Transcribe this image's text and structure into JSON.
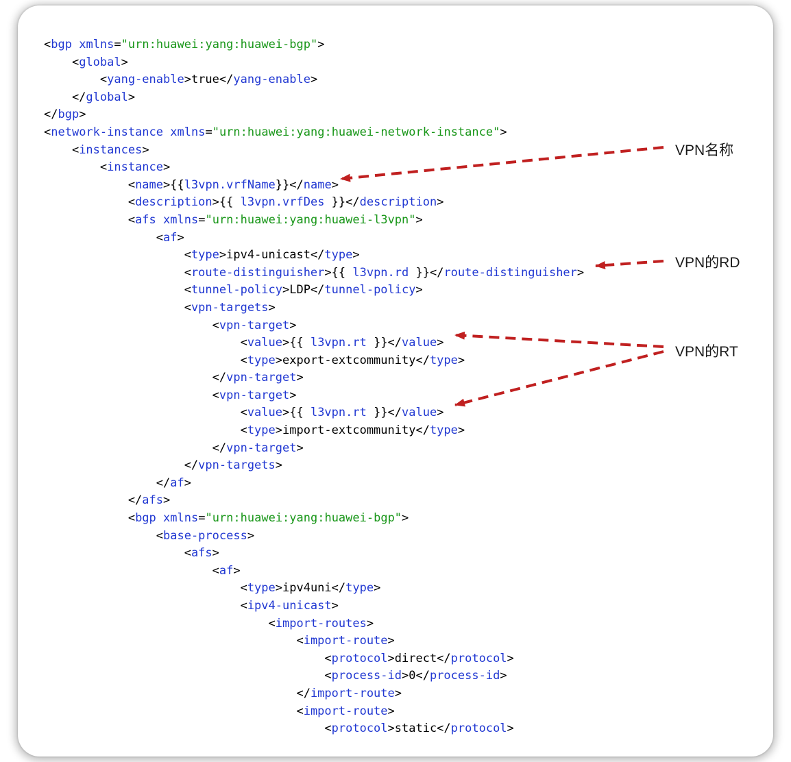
{
  "window": {
    "type": "code-figure"
  },
  "colors": {
    "tag_blue": "#2138d2",
    "string_green": "#189618",
    "plain_text": "#000000",
    "arrow_red": "#c02020",
    "background": "#ffffff"
  },
  "annotations": [
    {
      "label": "VPN名称"
    },
    {
      "label": "VPN的RD"
    },
    {
      "label": "VPN的RT"
    }
  ],
  "code": {
    "language": "xml",
    "lines": [
      {
        "i": 0,
        "s": [
          [
            "k",
            "<"
          ],
          [
            "t",
            "bgp"
          ],
          [
            "k",
            " "
          ],
          [
            "t",
            "xmlns"
          ],
          [
            "k",
            "="
          ],
          [
            "s",
            "\"urn:huawei:yang:huawei-bgp\""
          ],
          [
            "k",
            ">"
          ]
        ]
      },
      {
        "i": 1,
        "s": [
          [
            "k",
            "<"
          ],
          [
            "t",
            "global"
          ],
          [
            "k",
            ">"
          ]
        ]
      },
      {
        "i": 2,
        "s": [
          [
            "k",
            "<"
          ],
          [
            "t",
            "yang-enable"
          ],
          [
            "k",
            ">true</"
          ],
          [
            "t",
            "yang-enable"
          ],
          [
            "k",
            ">"
          ]
        ]
      },
      {
        "i": 1,
        "s": [
          [
            "k",
            "</"
          ],
          [
            "t",
            "global"
          ],
          [
            "k",
            ">"
          ]
        ]
      },
      {
        "i": 0,
        "s": [
          [
            "k",
            "</"
          ],
          [
            "t",
            "bgp"
          ],
          [
            "k",
            ">"
          ]
        ]
      },
      {
        "i": 0,
        "s": [
          [
            "k",
            "<"
          ],
          [
            "t",
            "network-instance"
          ],
          [
            "k",
            " "
          ],
          [
            "t",
            "xmlns"
          ],
          [
            "k",
            "="
          ],
          [
            "s",
            "\"urn:huawei:yang:huawei-network-instance\""
          ],
          [
            "k",
            ">"
          ]
        ]
      },
      {
        "i": 1,
        "s": [
          [
            "k",
            "<"
          ],
          [
            "t",
            "instances"
          ],
          [
            "k",
            ">"
          ]
        ]
      },
      {
        "i": 2,
        "s": [
          [
            "k",
            "<"
          ],
          [
            "t",
            "instance"
          ],
          [
            "k",
            ">"
          ]
        ]
      },
      {
        "i": 3,
        "s": [
          [
            "k",
            "<"
          ],
          [
            "t",
            "name"
          ],
          [
            "k",
            ">{{"
          ],
          [
            "v",
            "l3vpn.vrfName"
          ],
          [
            "k",
            "}}</"
          ],
          [
            "t",
            "name"
          ],
          [
            "k",
            ">"
          ]
        ]
      },
      {
        "i": 3,
        "s": [
          [
            "k",
            "<"
          ],
          [
            "t",
            "description"
          ],
          [
            "k",
            ">{{ "
          ],
          [
            "v",
            "l3vpn.vrfDes"
          ],
          [
            "k",
            " }}</"
          ],
          [
            "t",
            "description"
          ],
          [
            "k",
            ">"
          ]
        ]
      },
      {
        "i": 3,
        "s": [
          [
            "k",
            "<"
          ],
          [
            "t",
            "afs"
          ],
          [
            "k",
            " "
          ],
          [
            "t",
            "xmlns"
          ],
          [
            "k",
            "="
          ],
          [
            "s",
            "\"urn:huawei:yang:huawei-l3vpn\""
          ],
          [
            "k",
            ">"
          ]
        ]
      },
      {
        "i": 4,
        "s": [
          [
            "k",
            "<"
          ],
          [
            "t",
            "af"
          ],
          [
            "k",
            ">"
          ]
        ]
      },
      {
        "i": 5,
        "s": [
          [
            "k",
            "<"
          ],
          [
            "t",
            "type"
          ],
          [
            "k",
            ">ipv4-unicast</"
          ],
          [
            "t",
            "type"
          ],
          [
            "k",
            ">"
          ]
        ]
      },
      {
        "i": 5,
        "s": [
          [
            "k",
            "<"
          ],
          [
            "t",
            "route-distinguisher"
          ],
          [
            "k",
            ">{{ "
          ],
          [
            "v",
            "l3vpn.rd"
          ],
          [
            "k",
            " }}</"
          ],
          [
            "t",
            "route-distinguisher"
          ],
          [
            "k",
            ">"
          ]
        ]
      },
      {
        "i": 5,
        "s": [
          [
            "k",
            "<"
          ],
          [
            "t",
            "tunnel-policy"
          ],
          [
            "k",
            ">LDP</"
          ],
          [
            "t",
            "tunnel-policy"
          ],
          [
            "k",
            ">"
          ]
        ]
      },
      {
        "i": 5,
        "s": [
          [
            "k",
            "<"
          ],
          [
            "t",
            "vpn-targets"
          ],
          [
            "k",
            ">"
          ]
        ]
      },
      {
        "i": 6,
        "s": [
          [
            "k",
            "<"
          ],
          [
            "t",
            "vpn-target"
          ],
          [
            "k",
            ">"
          ]
        ]
      },
      {
        "i": 7,
        "s": [
          [
            "k",
            "<"
          ],
          [
            "t",
            "value"
          ],
          [
            "k",
            ">{{ "
          ],
          [
            "v",
            "l3vpn.rt"
          ],
          [
            "k",
            " }}</"
          ],
          [
            "t",
            "value"
          ],
          [
            "k",
            ">"
          ]
        ]
      },
      {
        "i": 7,
        "s": [
          [
            "k",
            "<"
          ],
          [
            "t",
            "type"
          ],
          [
            "k",
            ">export-extcommunity</"
          ],
          [
            "t",
            "type"
          ],
          [
            "k",
            ">"
          ]
        ]
      },
      {
        "i": 6,
        "s": [
          [
            "k",
            "</"
          ],
          [
            "t",
            "vpn-target"
          ],
          [
            "k",
            ">"
          ]
        ]
      },
      {
        "i": 6,
        "s": [
          [
            "k",
            "<"
          ],
          [
            "t",
            "vpn-target"
          ],
          [
            "k",
            ">"
          ]
        ]
      },
      {
        "i": 7,
        "s": [
          [
            "k",
            "<"
          ],
          [
            "t",
            "value"
          ],
          [
            "k",
            ">{{ "
          ],
          [
            "v",
            "l3vpn.rt"
          ],
          [
            "k",
            " }}</"
          ],
          [
            "t",
            "value"
          ],
          [
            "k",
            ">"
          ]
        ]
      },
      {
        "i": 7,
        "s": [
          [
            "k",
            "<"
          ],
          [
            "t",
            "type"
          ],
          [
            "k",
            ">import-extcommunity</"
          ],
          [
            "t",
            "type"
          ],
          [
            "k",
            ">"
          ]
        ]
      },
      {
        "i": 6,
        "s": [
          [
            "k",
            "</"
          ],
          [
            "t",
            "vpn-target"
          ],
          [
            "k",
            ">"
          ]
        ]
      },
      {
        "i": 5,
        "s": [
          [
            "k",
            "</"
          ],
          [
            "t",
            "vpn-targets"
          ],
          [
            "k",
            ">"
          ]
        ]
      },
      {
        "i": 4,
        "s": [
          [
            "k",
            "</"
          ],
          [
            "t",
            "af"
          ],
          [
            "k",
            ">"
          ]
        ]
      },
      {
        "i": 3,
        "s": [
          [
            "k",
            "</"
          ],
          [
            "t",
            "afs"
          ],
          [
            "k",
            ">"
          ]
        ]
      },
      {
        "i": 3,
        "s": [
          [
            "k",
            "<"
          ],
          [
            "t",
            "bgp"
          ],
          [
            "k",
            " "
          ],
          [
            "t",
            "xmlns"
          ],
          [
            "k",
            "="
          ],
          [
            "s",
            "\"urn:huawei:yang:huawei-bgp\""
          ],
          [
            "k",
            ">"
          ]
        ]
      },
      {
        "i": 4,
        "s": [
          [
            "k",
            "<"
          ],
          [
            "t",
            "base-process"
          ],
          [
            "k",
            ">"
          ]
        ]
      },
      {
        "i": 5,
        "s": [
          [
            "k",
            "<"
          ],
          [
            "t",
            "afs"
          ],
          [
            "k",
            ">"
          ]
        ]
      },
      {
        "i": 6,
        "s": [
          [
            "k",
            "<"
          ],
          [
            "t",
            "af"
          ],
          [
            "k",
            ">"
          ]
        ]
      },
      {
        "i": 7,
        "s": [
          [
            "k",
            "<"
          ],
          [
            "t",
            "type"
          ],
          [
            "k",
            ">ipv4uni</"
          ],
          [
            "t",
            "type"
          ],
          [
            "k",
            ">"
          ]
        ]
      },
      {
        "i": 7,
        "s": [
          [
            "k",
            "<"
          ],
          [
            "t",
            "ipv4-unicast"
          ],
          [
            "k",
            ">"
          ]
        ]
      },
      {
        "i": 8,
        "s": [
          [
            "k",
            "<"
          ],
          [
            "t",
            "import-routes"
          ],
          [
            "k",
            ">"
          ]
        ]
      },
      {
        "i": 9,
        "s": [
          [
            "k",
            "<"
          ],
          [
            "t",
            "import-route"
          ],
          [
            "k",
            ">"
          ]
        ]
      },
      {
        "i": 10,
        "s": [
          [
            "k",
            "<"
          ],
          [
            "t",
            "protocol"
          ],
          [
            "k",
            ">direct</"
          ],
          [
            "t",
            "protocol"
          ],
          [
            "k",
            ">"
          ]
        ]
      },
      {
        "i": 10,
        "s": [
          [
            "k",
            "<"
          ],
          [
            "t",
            "process-id"
          ],
          [
            "k",
            ">0</"
          ],
          [
            "t",
            "process-id"
          ],
          [
            "k",
            ">"
          ]
        ]
      },
      {
        "i": 9,
        "s": [
          [
            "k",
            "</"
          ],
          [
            "t",
            "import-route"
          ],
          [
            "k",
            ">"
          ]
        ]
      },
      {
        "i": 9,
        "s": [
          [
            "k",
            "<"
          ],
          [
            "t",
            "import-route"
          ],
          [
            "k",
            ">"
          ]
        ]
      },
      {
        "i": 10,
        "s": [
          [
            "k",
            "<"
          ],
          [
            "t",
            "protocol"
          ],
          [
            "k",
            ">static</"
          ],
          [
            "t",
            "protocol"
          ],
          [
            "k",
            ">"
          ]
        ]
      }
    ]
  }
}
